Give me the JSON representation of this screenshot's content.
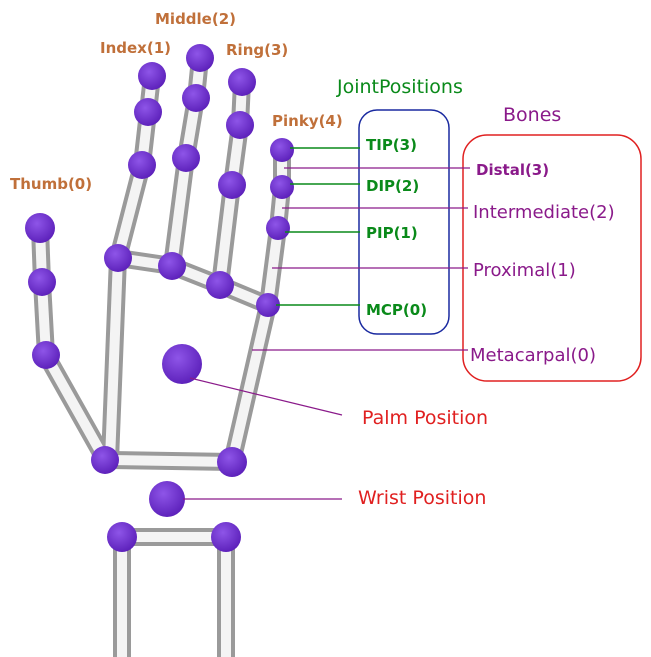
{
  "finger_labels": {
    "thumb": "Thumb(0)",
    "index": "Index(1)",
    "middle": "Middle(2)",
    "ring": "Ring(3)",
    "pinky": "Pinky(4)"
  },
  "joint_positions": {
    "title": "JointPositions",
    "tip": "TIP(3)",
    "dip": "DIP(2)",
    "pip": "PIP(1)",
    "mcp": "MCP(0)"
  },
  "bones": {
    "title": "Bones",
    "distal": "Distal(3)",
    "intermediate": "Intermediate(2)",
    "proximal": "Proximal(1)",
    "metacarpal": "Metacarpal(0)"
  },
  "palm_position": "Palm Position",
  "wrist_position": "Wrist Position",
  "colors": {
    "finger_label": "#c0703a",
    "joint_label": "#0a8a1a",
    "joint_box": "#1a2aa0",
    "bone_label": "#8a1a8a",
    "bone_box": "#e02020",
    "position_label": "#e02020",
    "joint_node": "#6a2cc8",
    "leader_purple": "#8a1a8a",
    "leader_green": "#0a8a1a"
  }
}
